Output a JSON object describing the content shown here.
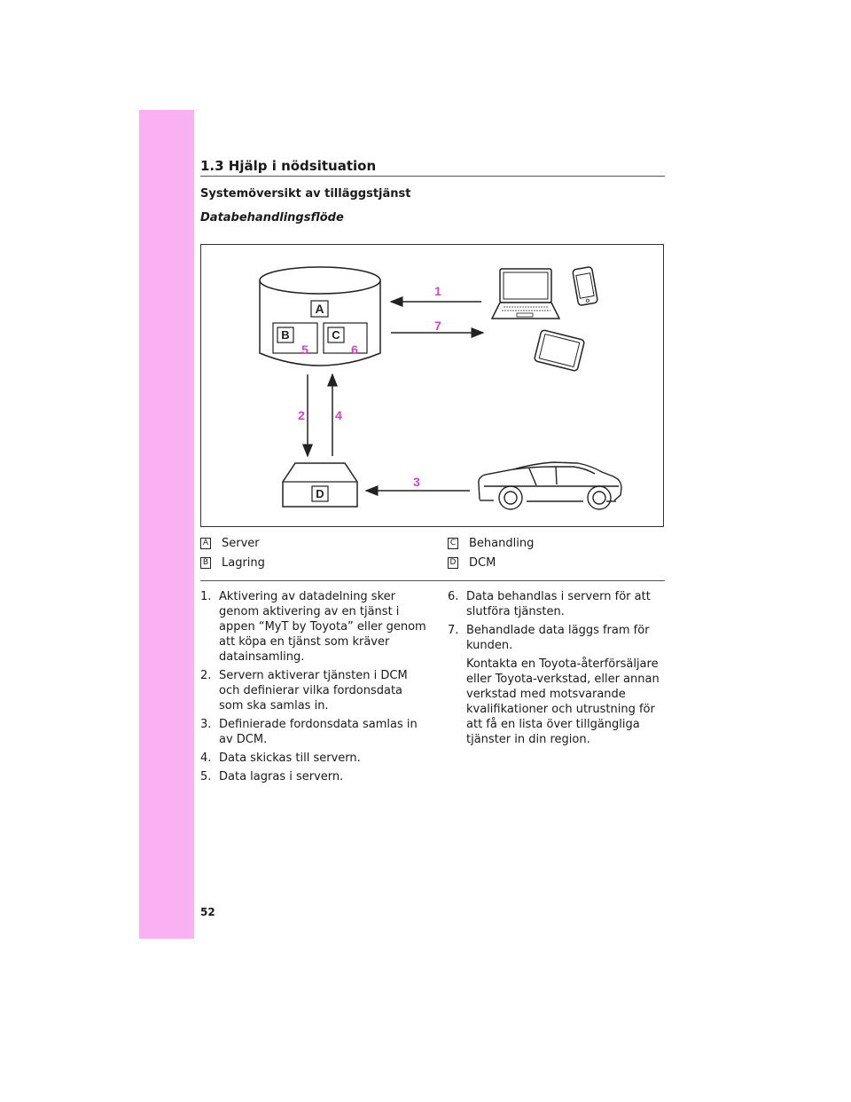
{
  "header": {
    "section_title": "1.3 Hjälp i nödsituation",
    "subtitle": "Systemöversikt av tilläggstjänst",
    "flow_heading": "Databehandlingsflöde"
  },
  "diagram": {
    "box_letters": {
      "a": "A",
      "b": "B",
      "c": "C",
      "d": "D"
    },
    "step_numbers": {
      "s1": "1",
      "s2": "2",
      "s3": "3",
      "s4": "4",
      "s5": "5",
      "s6": "6",
      "s7": "7"
    },
    "number_color": "#d940c8"
  },
  "legend": [
    {
      "key": "A",
      "label": "Server"
    },
    {
      "key": "B",
      "label": "Lagring"
    },
    {
      "key": "C",
      "label": "Behandling"
    },
    {
      "key": "D",
      "label": "DCM"
    }
  ],
  "steps_left": [
    {
      "num": "1.",
      "text": "Aktivering av datadelning sker genom aktivering av en tjänst i appen “MyT by Toyota” eller genom att köpa en tjänst som kräver datainsamling."
    },
    {
      "num": "2.",
      "text": "Servern aktiverar tjänsten i DCM och definierar vilka fordonsdata som ska samlas in."
    },
    {
      "num": "3.",
      "text": "Definierade fordonsdata samlas in av DCM."
    },
    {
      "num": "4.",
      "text": "Data skickas till servern."
    },
    {
      "num": "5.",
      "text": "Data lagras i servern."
    }
  ],
  "steps_right": [
    {
      "num": "6.",
      "text": "Data behandlas i servern för att slutföra tjänsten."
    },
    {
      "num": "7.",
      "text": "Behandlade data läggs fram för kunden."
    }
  ],
  "note": "Kontakta en Toyota-återförsäljare eller Toyota-verkstad, eller annan verkstad med motsvarande kvalifikationer och utrustning för att få en lista över tillgängliga tjänster in din region.",
  "page_number": "52"
}
